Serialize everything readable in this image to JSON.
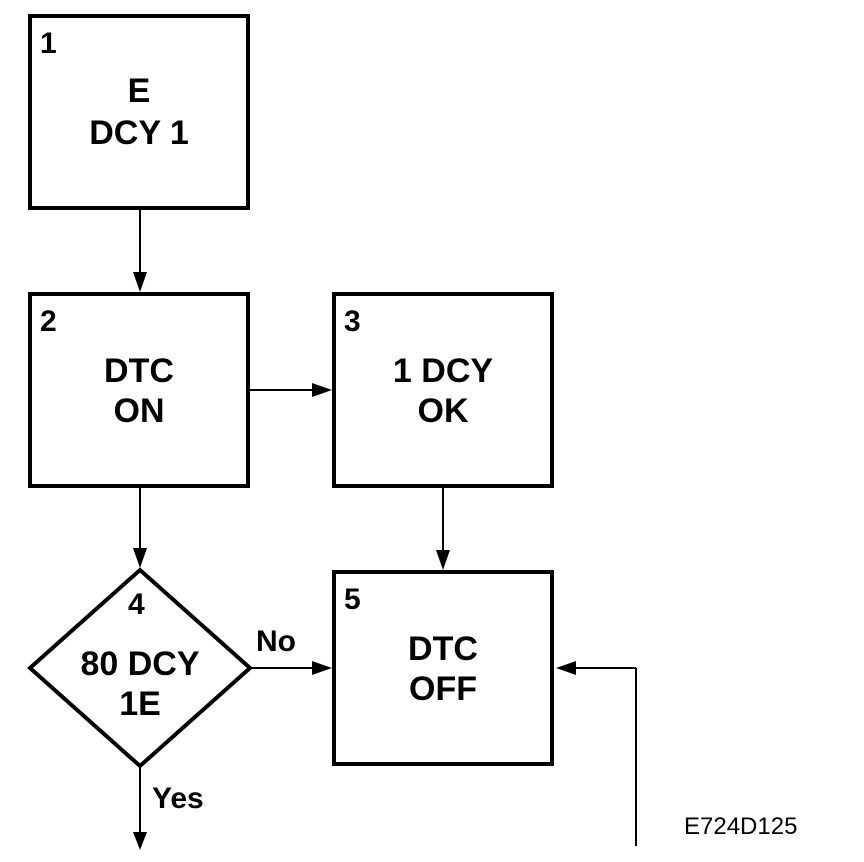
{
  "nodes": [
    {
      "number": "1",
      "lines": [
        "E",
        "DCY 1"
      ]
    },
    {
      "number": "2",
      "lines": [
        "DTC",
        "ON"
      ]
    },
    {
      "number": "3",
      "lines": [
        "1 DCY",
        "OK"
      ]
    },
    {
      "number": "4",
      "lines": [
        "80 DCY",
        "1E"
      ]
    },
    {
      "number": "5",
      "lines": [
        "DTC",
        "OFF"
      ]
    }
  ],
  "edge_labels": {
    "no": "No",
    "yes": "Yes"
  },
  "figure_code": "E724D125"
}
